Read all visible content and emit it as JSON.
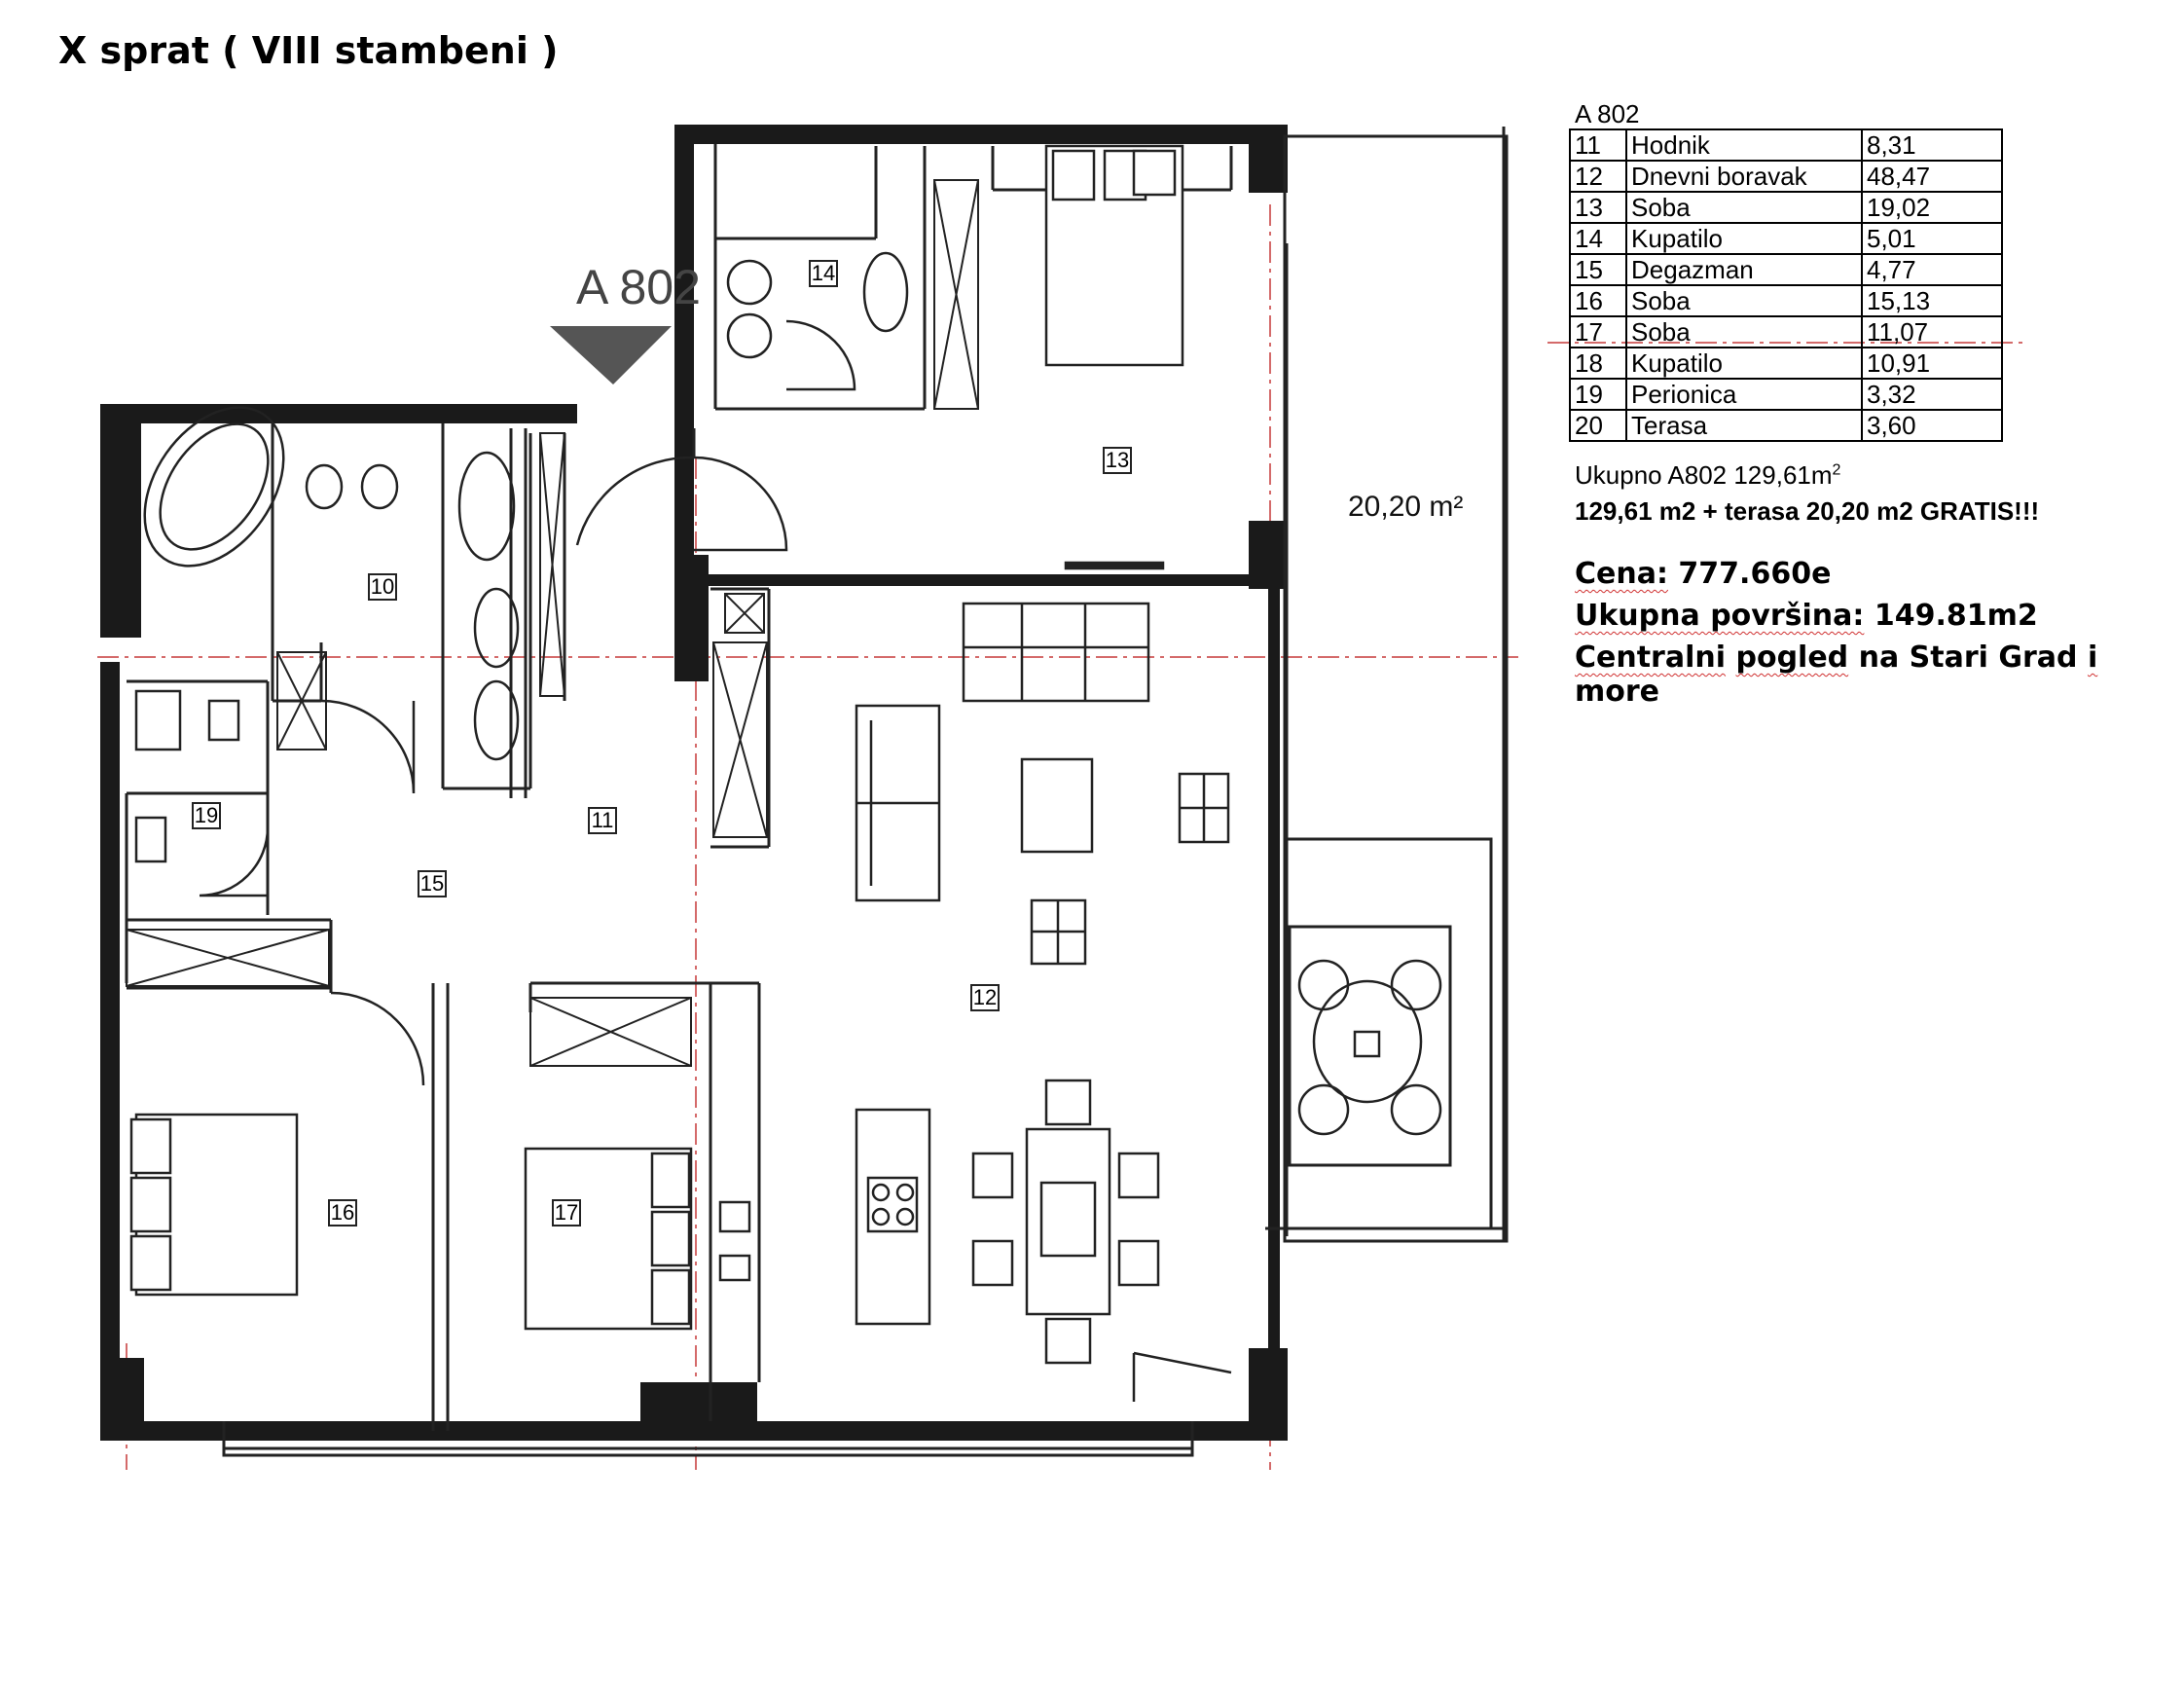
{
  "heading": "X sprat ( VIII stambeni )",
  "plan": {
    "unit_label": "A 802",
    "terrace_area": "20,20 m²",
    "room_tags": [
      "10",
      "11",
      "12",
      "13",
      "14",
      "15",
      "16",
      "17",
      "19"
    ]
  },
  "room_table": {
    "title": "A 802",
    "rows": [
      {
        "num": "11",
        "name": "Hodnik",
        "area": "8,31"
      },
      {
        "num": "12",
        "name": "Dnevni boravak",
        "area": "48,47"
      },
      {
        "num": "13",
        "name": "Soba",
        "area": "19,02"
      },
      {
        "num": "14",
        "name": "Kupatilo",
        "area": "5,01"
      },
      {
        "num": "15",
        "name": "Degazman",
        "area": "4,77"
      },
      {
        "num": "16",
        "name": "Soba",
        "area": "15,13"
      },
      {
        "num": "17",
        "name": "Soba",
        "area": "11,07"
      },
      {
        "num": "18",
        "name": "Kupatilo",
        "area": "10,91"
      },
      {
        "num": "19",
        "name": "Perionica",
        "area": "3,32"
      },
      {
        "num": "20",
        "name": "Terasa",
        "area": "3,60"
      }
    ],
    "total_label": "Ukupno A802 129,61m",
    "total_sup": "2"
  },
  "offer": "129,61 m2 + terasa 20,20 m2 GRATIS!!!",
  "price": {
    "label": "Cena:",
    "value": "777.660e"
  },
  "total_area": {
    "label": "Ukupna površina:",
    "value": "149.81m2"
  },
  "view": {
    "word1": "Centralni",
    "word2": "pogled",
    "rest": "na Stari Grad",
    "word3": "i",
    "tail": "more"
  },
  "colors": {
    "wall": "#1a1a1a",
    "axis_line": "#d46a6a",
    "line": "#222222"
  }
}
